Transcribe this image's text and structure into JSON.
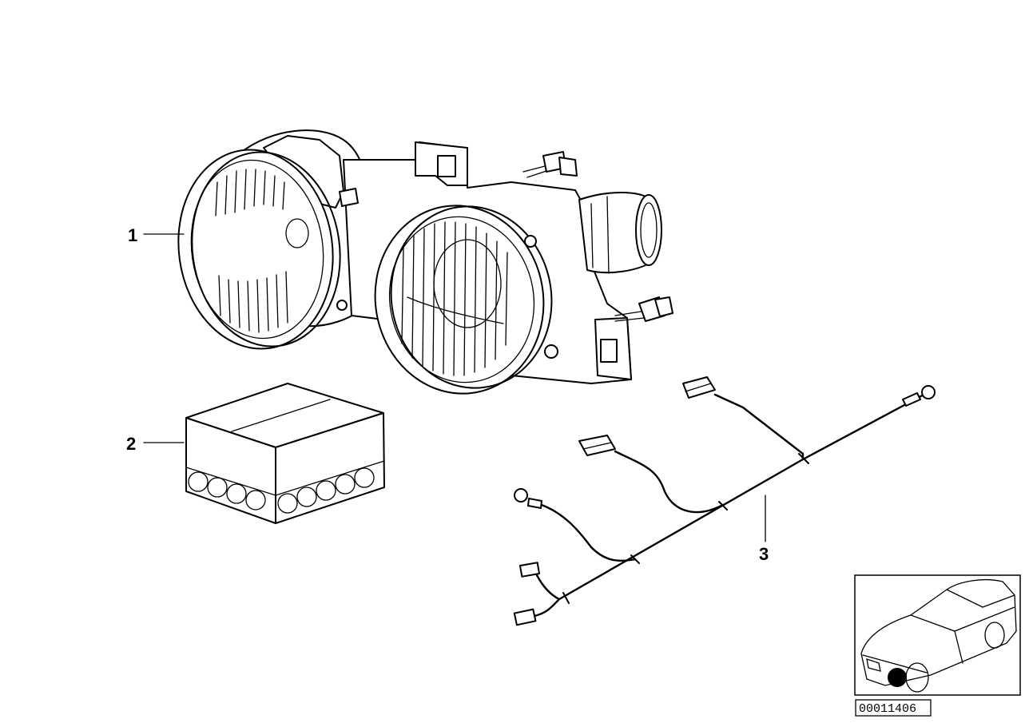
{
  "diagram": {
    "callouts": [
      {
        "id": "callout-1",
        "label": "1"
      },
      {
        "id": "callout-2",
        "label": "2"
      },
      {
        "id": "callout-3",
        "label": "3"
      }
    ],
    "part_number": "00011406",
    "inset": {
      "highlight_color": "#000000"
    },
    "line_color": "#000000",
    "background_color": "#ffffff"
  }
}
